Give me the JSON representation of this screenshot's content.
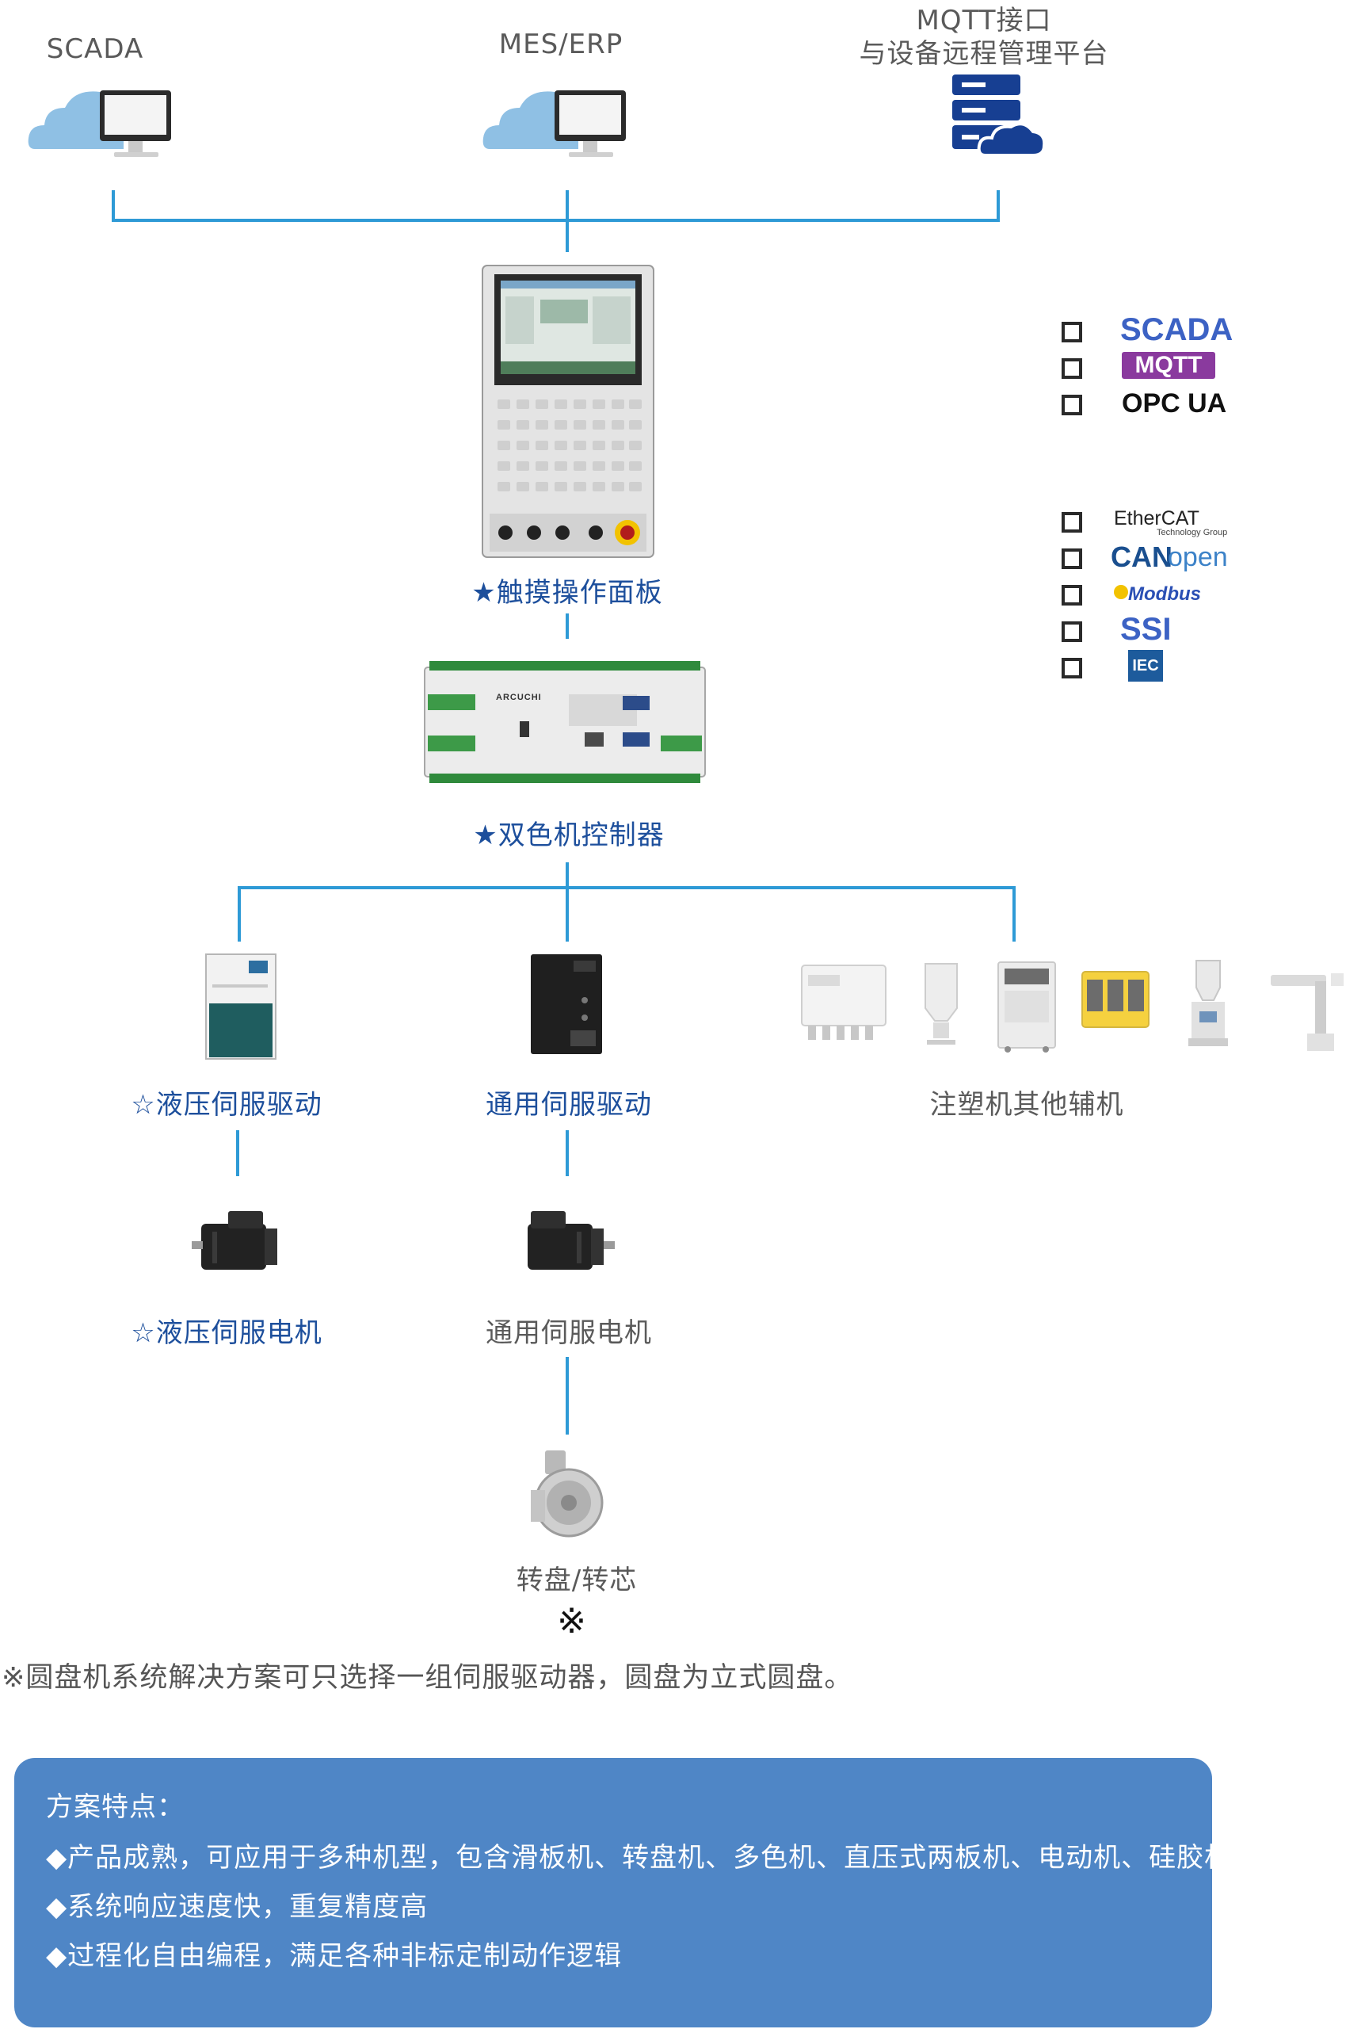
{
  "top": {
    "scada_label": "SCADA",
    "mes_label": "MES/ERP",
    "mqtt_label_line1": "MQTT接口",
    "mqtt_label_line2": "与设备远程管理平台"
  },
  "devices": {
    "touch_panel_label": "★触摸操作面板",
    "controller_label": "★双色机控制器",
    "controller_brand": "ARCUCHI",
    "hydraulic_driver_label": "☆液压伺服驱动",
    "general_driver_label": "通用伺服驱动",
    "aux_label": "注塑机其他辅机",
    "hydraulic_motor_label": "☆液压伺服电机",
    "general_motor_label": "通用伺服电机",
    "turntable_label": "转盘/转芯",
    "ref_mark": "※"
  },
  "protocols": {
    "group1": [
      "SCADA",
      "MQTT",
      "OPC UA"
    ],
    "group2": [
      "EtherCAT",
      "Technology Group",
      "CAN",
      "open",
      "Modbus",
      "SSI",
      "IEC"
    ]
  },
  "note": "※圆盘机系统解决方案可只选择一组伺服驱动器，圆盘为立式圆盘。",
  "features": {
    "title": "方案特点：",
    "items": [
      "◆产品成熟，可应用于多种机型，包含滑板机、转盘机、多色机、直压式两板机、电动机、硅胶机。",
      "◆系统响应速度快，重复精度高",
      "◆过程化自由编程，满足各种非标定制动作逻辑"
    ]
  },
  "colors": {
    "line": "#2e9ad6",
    "label_blue": "#1d4f9c",
    "panel_bg": "#4f86c6"
  }
}
